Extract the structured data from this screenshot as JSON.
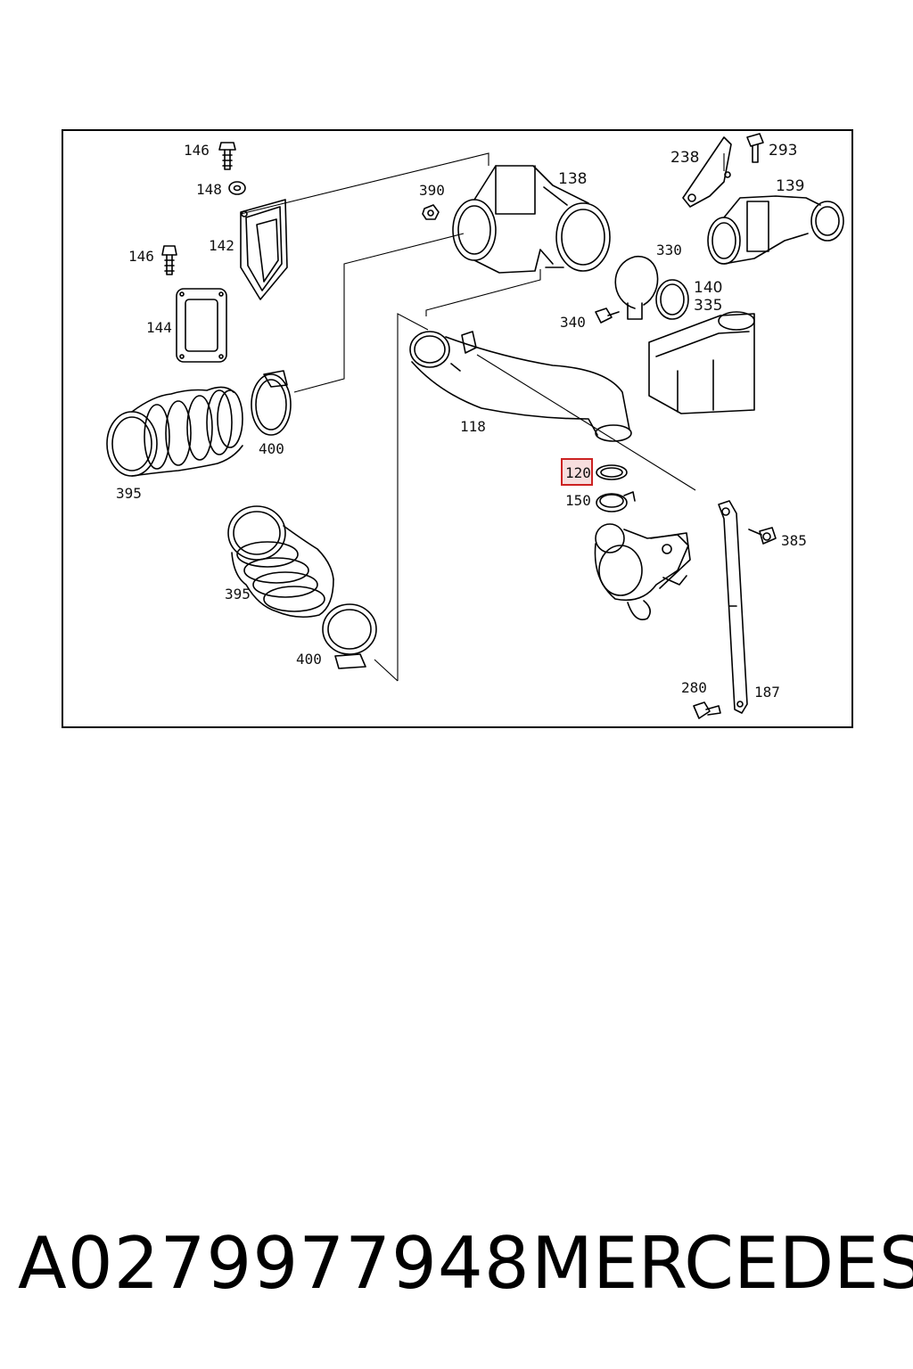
{
  "diagram": {
    "labels": {
      "l146a": "146",
      "l148": "148",
      "l142": "142",
      "l146b": "146",
      "l144": "144",
      "l390": "390",
      "l138": "138",
      "l238": "238",
      "l293": "293",
      "l139": "139",
      "l330": "330",
      "l140": "140",
      "l335": "335",
      "l340": "340",
      "l400a": "400",
      "l395a": "395",
      "l118": "118",
      "l120": "120",
      "l150": "150",
      "l385": "385",
      "l395b": "395",
      "l400b": "400",
      "l280": "280",
      "l187": "187"
    },
    "highlighted_part": "120",
    "highlight_color": "#cc2222"
  },
  "footer": {
    "part_number": "A0279977948",
    "brand": "MERCEDES"
  }
}
